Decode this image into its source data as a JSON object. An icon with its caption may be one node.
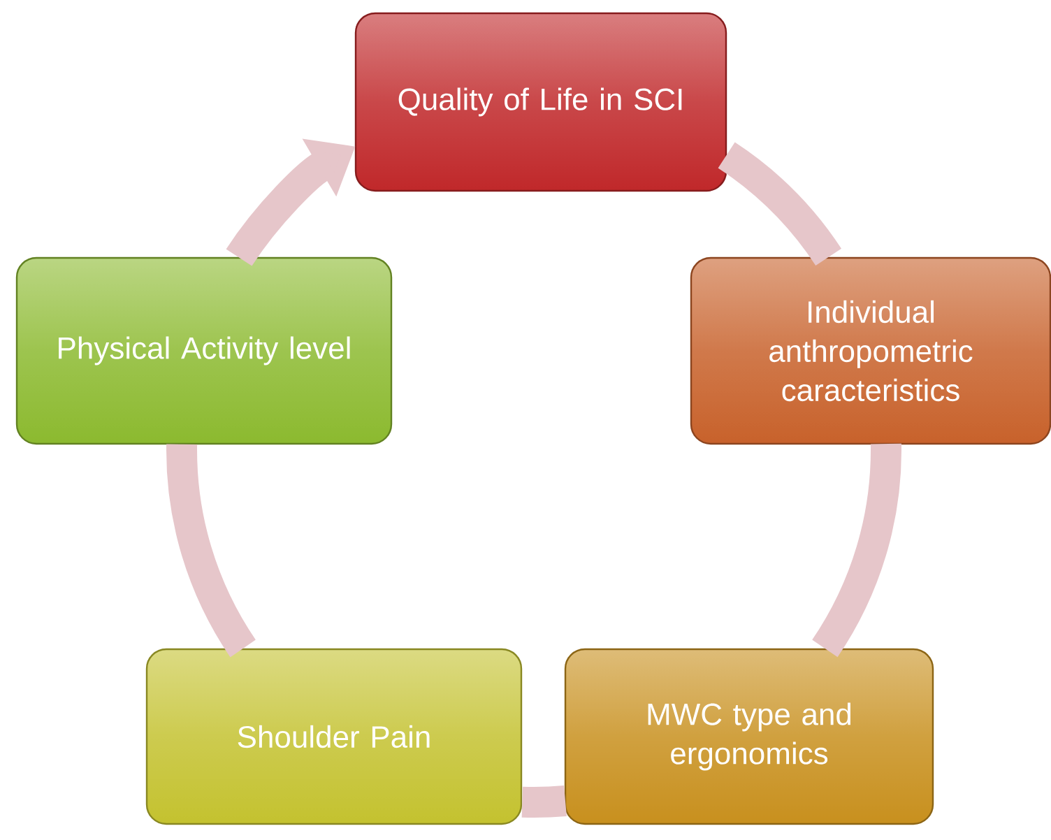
{
  "diagram": {
    "nodes": [
      {
        "text": [
          "Quality of Life in SCI"
        ]
      },
      {
        "text": [
          "Individual anthropometric caracteristics"
        ]
      },
      {
        "text": [
          "MWC type and ergonomics"
        ]
      },
      {
        "text": [
          "Shoulder Pain"
        ]
      },
      {
        "text": [
          "Physical Activity level"
        ]
      }
    ],
    "edges": [
      {
        "from": 0,
        "to": 1,
        "arrow": "none"
      },
      {
        "from": 1,
        "to": 2,
        "arrow": "none"
      },
      {
        "from": 2,
        "to": 3,
        "arrow": "none"
      },
      {
        "from": 3,
        "to": 4,
        "arrow": "none"
      },
      {
        "from": 4,
        "to": 0,
        "arrow": "to"
      }
    ]
  }
}
